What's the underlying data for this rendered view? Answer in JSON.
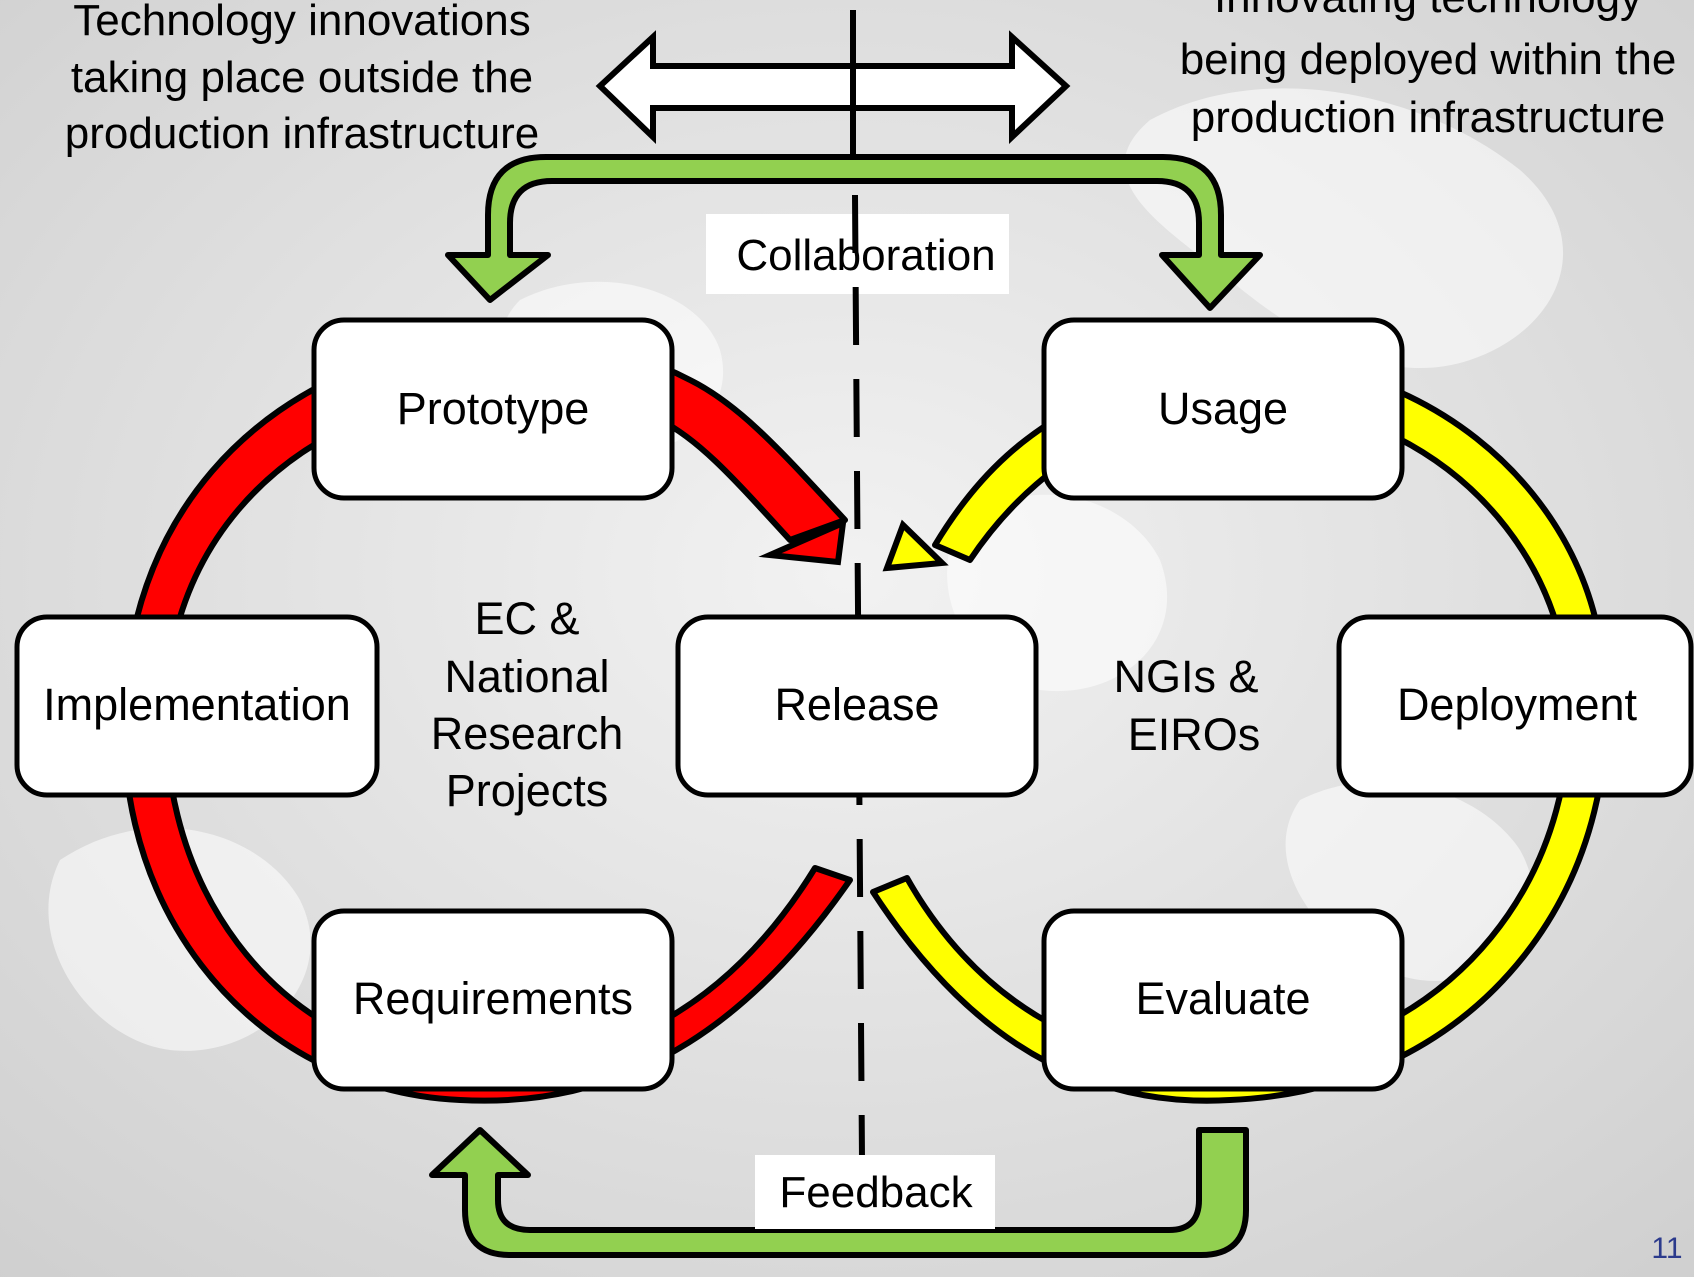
{
  "header": {
    "left_lines": [
      "Technology innovations",
      "taking place outside the",
      "production infrastructure"
    ],
    "right_lines": [
      "Innovating technology",
      "being deployed within the",
      "production infrastructure"
    ]
  },
  "flows": {
    "top_label": "Collaboration",
    "bottom_label": "Feedback"
  },
  "left_cycle": {
    "color": "#ff0000",
    "center_lines": [
      "EC &",
      "National",
      "Research",
      "Projects"
    ],
    "boxes": {
      "prototype": "Prototype",
      "implementation": "Implementation",
      "requirements": "Requirements"
    }
  },
  "center_box": "Release",
  "right_cycle": {
    "color": "#ffff00",
    "center_lines": [
      "NGIs &",
      "EIROs"
    ],
    "boxes": {
      "usage": "Usage",
      "deployment": "Deployment",
      "evaluate": "Evaluate"
    }
  },
  "flow_arrow_color": "#92d050",
  "page_number": "11"
}
